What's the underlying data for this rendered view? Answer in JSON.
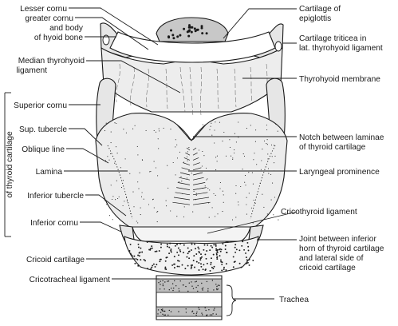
{
  "labels": {
    "lesser_cornu": "Lesser cornu",
    "greater_cornu": "greater cornu",
    "body_hyoid": "and body",
    "hyoid_bone": "of hyoid bone",
    "median_thyrohyoid_1": "Median thyrohyoid",
    "median_thyrohyoid_2": "ligament",
    "superior_cornu": "Superior cornu",
    "sup_tubercle": "Sup. tubercle",
    "oblique_line": "Oblique line",
    "lamina": "Lamina",
    "inferior_tubercle": "Inferior tubercle",
    "inferior_cornu": "Inferior cornu",
    "cricoid_cartilage": "Cricoid cartilage",
    "cricotracheal_ligament": "Cricotracheal ligament",
    "of_thyroid_cartilage": "of thyroid cartilage",
    "cartilage_epiglottis_1": "Cartilage of",
    "cartilage_epiglottis_2": "epiglottis",
    "cartilage_triticea_1": "Cartilage triticea in",
    "cartilage_triticea_2": "lat. thyrohyoid ligament",
    "thyrohyoid_membrane": "Thyrohyoid membrane",
    "notch_1": "Notch between laminae",
    "notch_2": "of thyroid cartilage",
    "laryngeal_prominence": "Laryngeal prominence",
    "cricothyroid_ligament": "Cricothyroid ligament",
    "joint_1": "Joint between inferior",
    "joint_2": "horn of thyroid cartilage",
    "joint_3": "and lateral side of",
    "joint_4": "cricoid cartilage",
    "trachea": "Trachea"
  }
}
